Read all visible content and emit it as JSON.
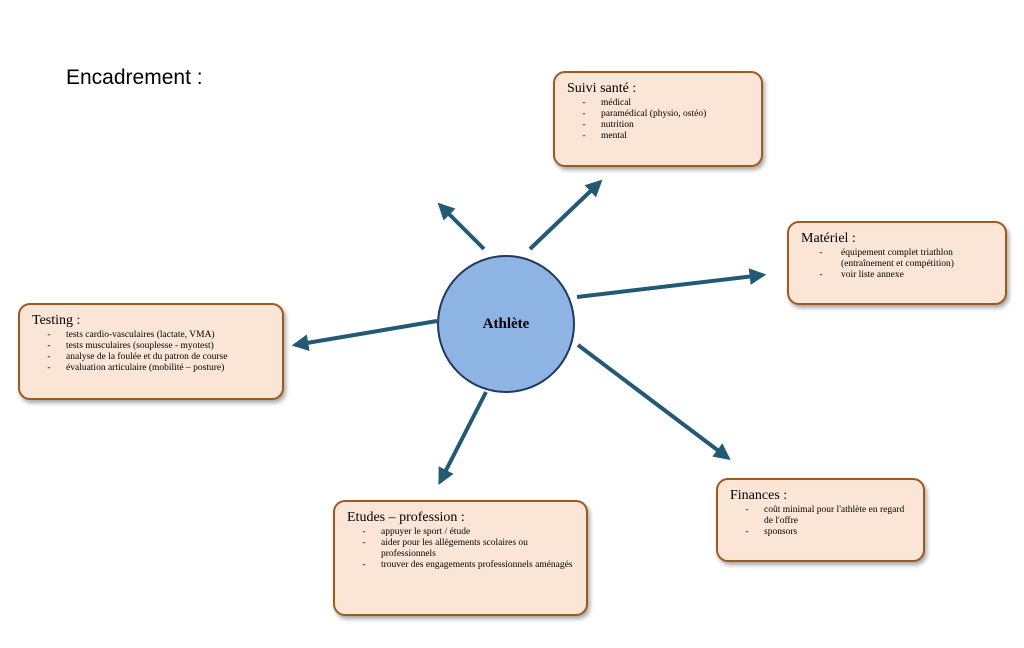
{
  "diagram": {
    "title": "Encadrement :",
    "center": {
      "label": "Athlète"
    },
    "colors": {
      "arrow": "#235a73",
      "center_fill": "#8eb4e3",
      "center_border": "#1f3864",
      "box_fill": "#fbe5d6",
      "box_border": "#9c5a1f"
    },
    "boxes": {
      "sante": {
        "title": "Suivi santé :",
        "items": [
          "médical",
          "paramédical (physio, ostéo)",
          "nutrition",
          "mental"
        ]
      },
      "materiel": {
        "title": "Matériel :",
        "items": [
          "équipement complet triathlon (entraînement et compétition)",
          "voir liste annexe"
        ]
      },
      "testing": {
        "title": "Testing :",
        "items": [
          "tests cardio-vasculaires (lactate, VMA)",
          "tests musculaires (souplesse - myotest)",
          "analyse de la foulée et du patron de course",
          "évaluation articulaire (mobilité – posture)"
        ]
      },
      "etudes": {
        "title": "Etudes – profession :",
        "items": [
          "appuyer le sport / étude",
          "aider pour les allègements scolaires ou professionnels",
          "trouver des engagements professionnels aménagés"
        ]
      },
      "finances": {
        "title": "Finances :",
        "items": [
          "coût minimal pour l'athlète en regard de l'offre",
          "sponsors"
        ]
      }
    }
  }
}
